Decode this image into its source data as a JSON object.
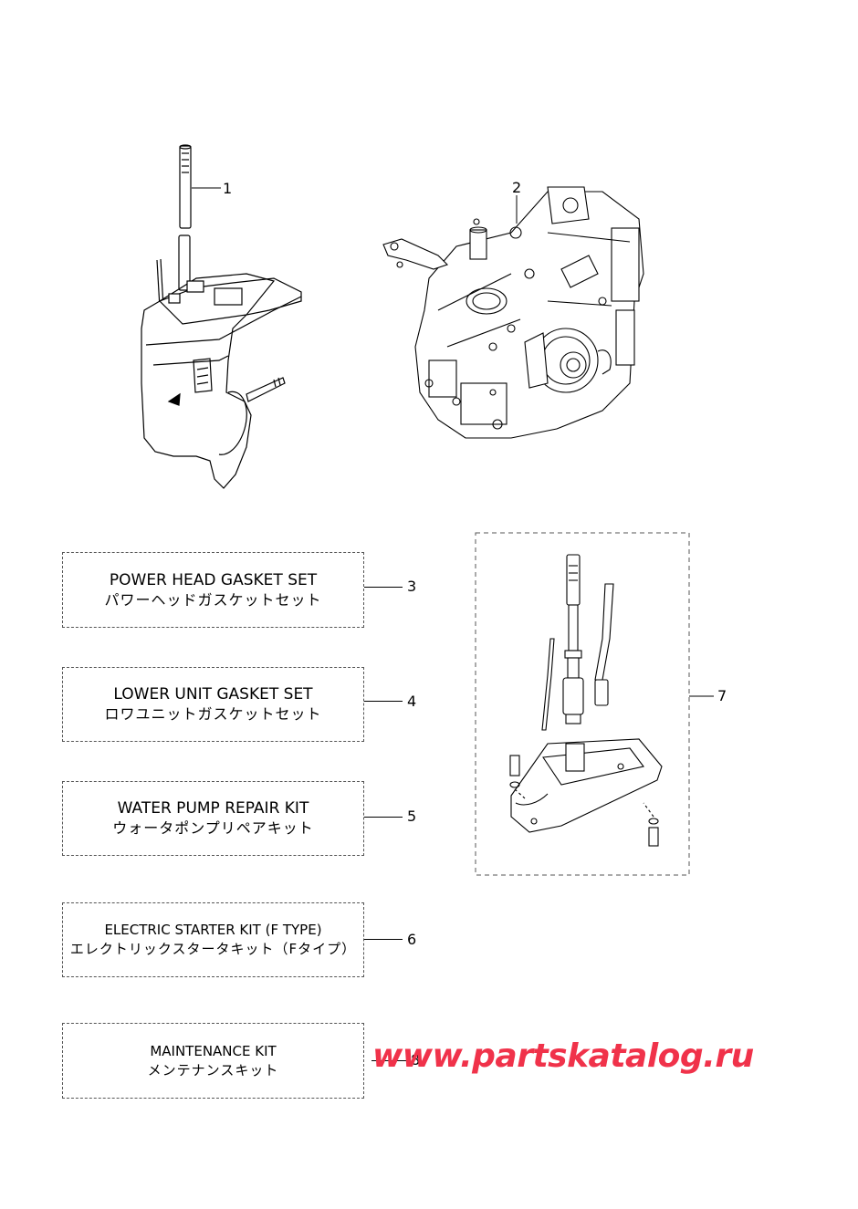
{
  "callouts": {
    "c1": "1",
    "c2": "2",
    "c3": "3",
    "c4": "4",
    "c5": "5",
    "c6": "6",
    "c7": "7",
    "c8": "8"
  },
  "kits": [
    {
      "en": "POWER HEAD GASKET SET",
      "ja": "パワーヘッドガスケットセット"
    },
    {
      "en": "LOWER UNIT GASKET SET",
      "ja": "ロワユニットガスケットセット"
    },
    {
      "en": "WATER PUMP REPAIR KIT",
      "ja": "ウォータポンプリペアキット"
    },
    {
      "en": "ELECTRIC STARTER KIT (F TYPE)",
      "ja": "エレクトリックスタータキット（Fタイプ）"
    },
    {
      "en": "MAINTENANCE KIT",
      "ja": "メンテナンスキット"
    }
  ],
  "watermark": "www.partskatalog.ru",
  "colors": {
    "watermark": "#f0324a",
    "line": "#000000",
    "dashed_border": "#555555"
  }
}
